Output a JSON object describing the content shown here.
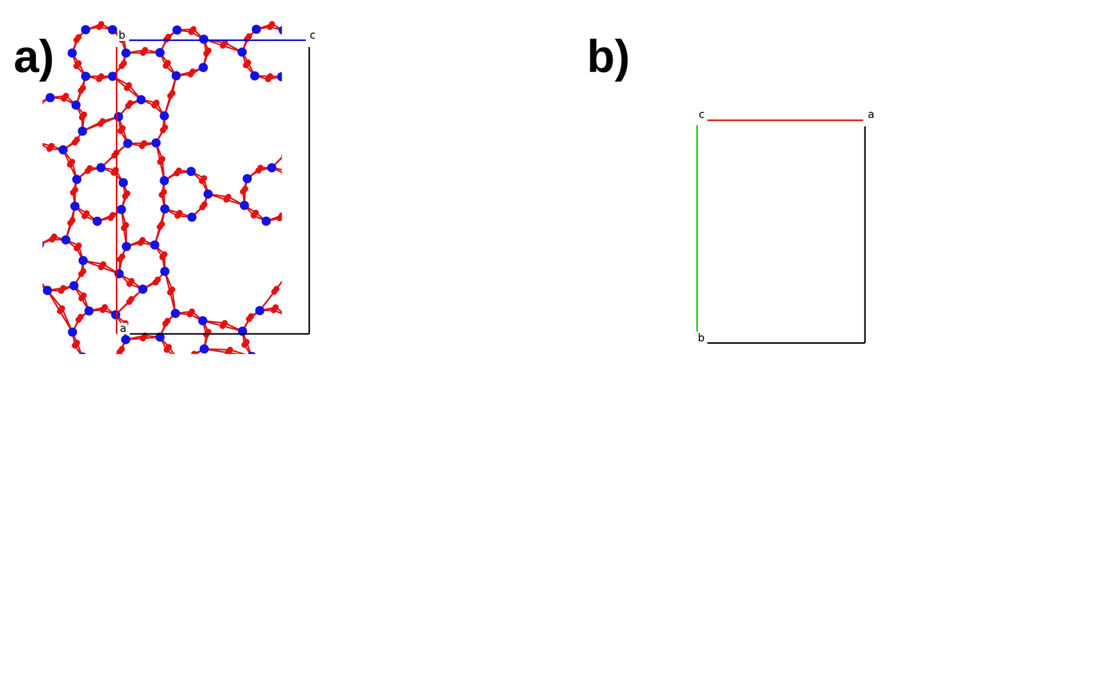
{
  "diagram": {
    "labels": [
      "a)",
      "b)",
      "b",
      "c",
      "a",
      "c",
      "a",
      "b"
    ]
  }
}
